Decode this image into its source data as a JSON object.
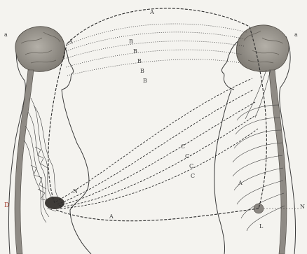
{
  "labels": {
    "left_head_marker": "a",
    "right_head_marker": "a",
    "arc_a_top": "A",
    "arc_a_left": "A",
    "arc_a_right": "A",
    "arc_a_bottom": "A",
    "arc_b_1": "B",
    "arc_b_2": "B",
    "arc_b_3": "B",
    "arc_b_4": "B",
    "arc_b_5": "B",
    "arc_c_1": "C",
    "arc_c_2": "C",
    "arc_c_3": "C",
    "arc_c_4": "C",
    "plexus_n_left": "N",
    "plexus_n_right": "N",
    "spine_d": "D",
    "letter_l": "L"
  },
  "colors": {
    "background": "#f4f3ef",
    "ink": "#2b2b2b",
    "brain_fill": "#9c9890",
    "spine_fill": "#8f8b85",
    "red_label": "#a33a2a"
  }
}
